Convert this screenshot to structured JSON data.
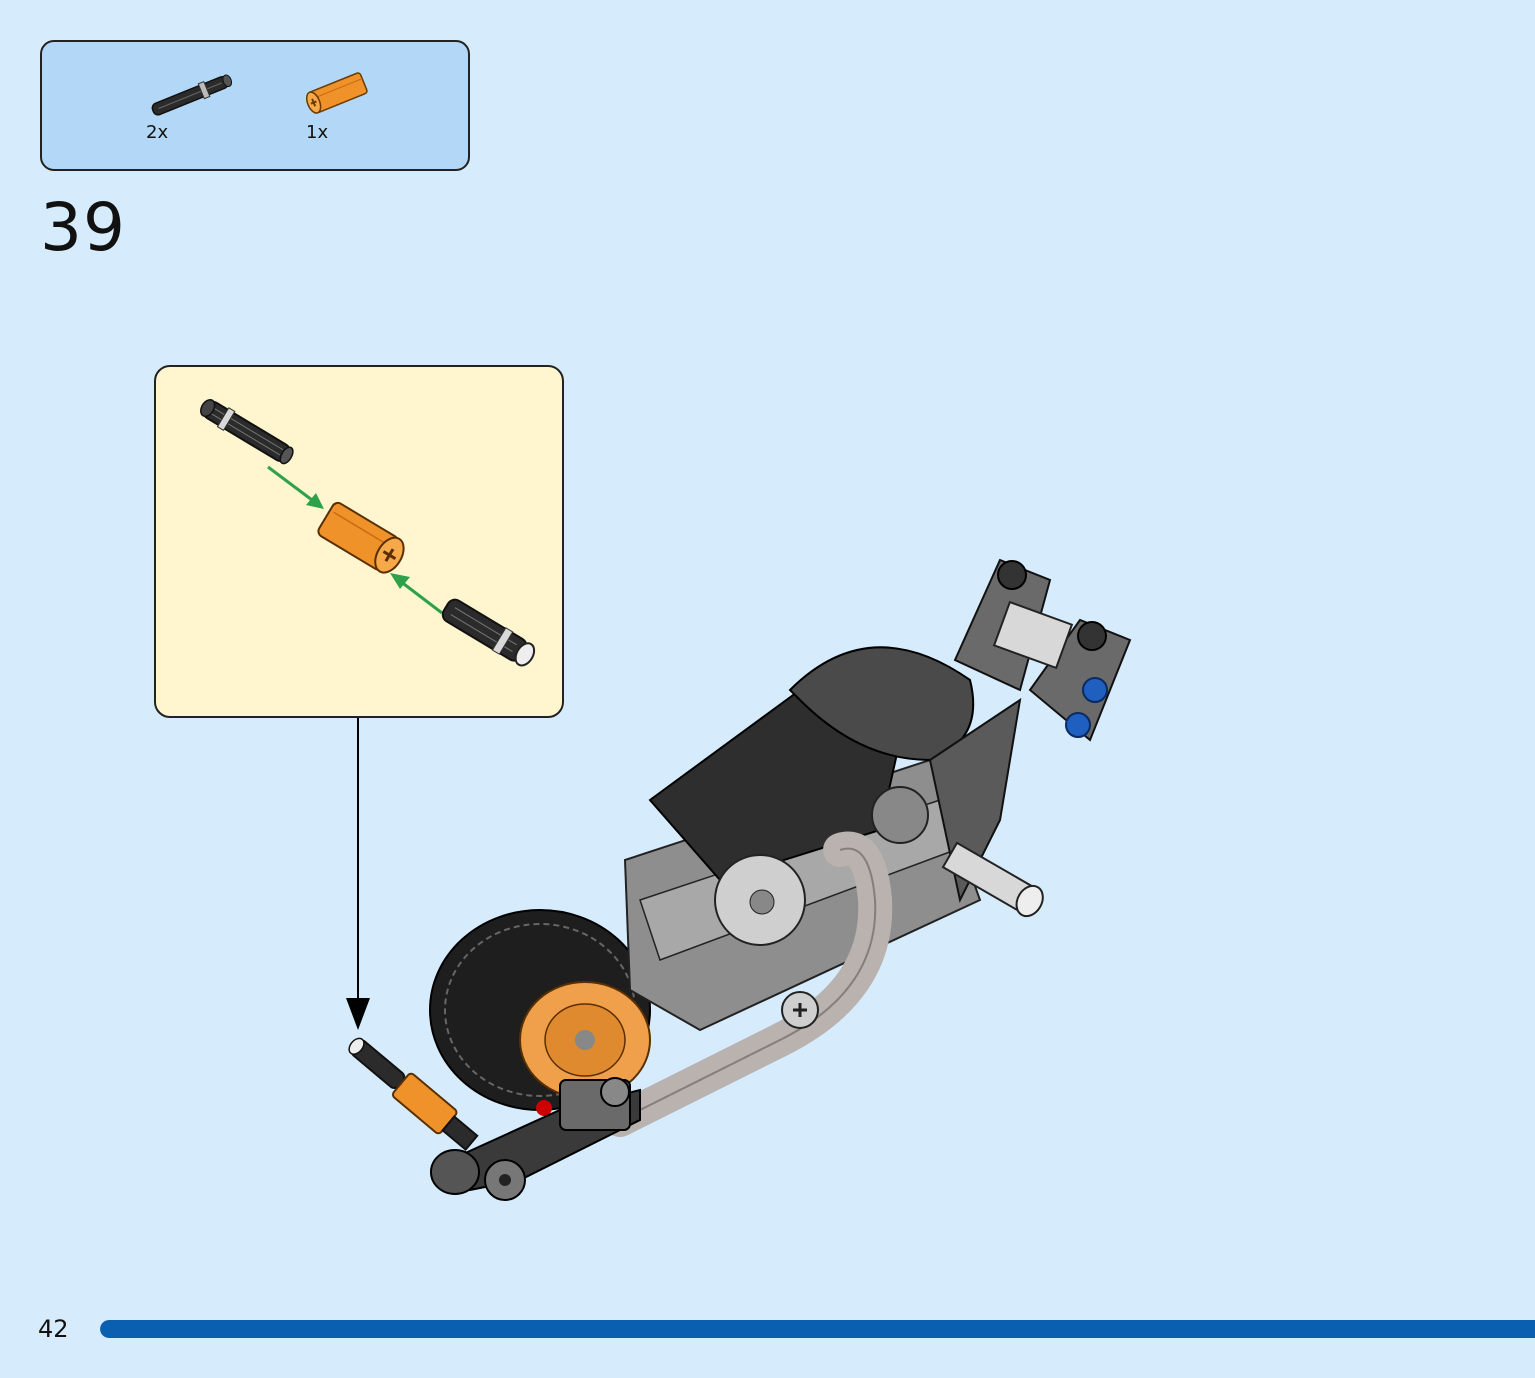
{
  "parts_list": {
    "items": [
      {
        "icon": "black-axle-icon",
        "quantity": "2x",
        "color": "#2b2b2b"
      },
      {
        "icon": "orange-axle-connector-icon",
        "quantity": "1x",
        "color": "#f0922a"
      }
    ]
  },
  "step": {
    "number": "39"
  },
  "callout": {
    "icon": "axle-assembly-icon",
    "arrow_color": "#2ea14a"
  },
  "model": {
    "icon": "motorcycle-model-icon"
  },
  "footer": {
    "page_number": "42",
    "progress_fraction": 1.0,
    "progress_color": "#0a5fb0"
  },
  "colors": {
    "background": "#d6ecfc",
    "parts_box": "#b3d8f7",
    "callout_bg": "#fff5cf"
  }
}
